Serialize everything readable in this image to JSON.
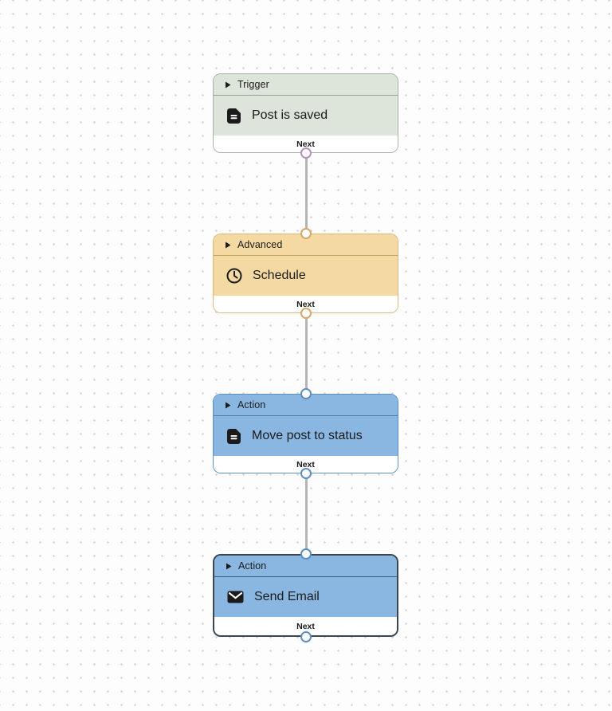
{
  "canvas": {
    "background_color": "#fdfdfd",
    "dot_color": "#d8d8d8",
    "edge_color": "#b4b4b4"
  },
  "nodes": [
    {
      "category": "Trigger",
      "title": "Post is saved",
      "icon": "document-icon",
      "output_label": "Next",
      "selected": false,
      "colors": {
        "fill": "#dde4da",
        "border": "#a9b2a8",
        "divider": "#97a295",
        "port": "#b78fbc"
      }
    },
    {
      "category": "Advanced",
      "title": "Schedule",
      "icon": "clock-icon",
      "output_label": "Next",
      "selected": false,
      "colors": {
        "fill": "#f4d9a3",
        "border": "#d8b87c",
        "divider": "#c7a463",
        "port": "#d2a968"
      }
    },
    {
      "category": "Action",
      "title": "Move post to status",
      "icon": "document-icon",
      "output_label": "Next",
      "selected": false,
      "colors": {
        "fill": "#8ab7e2",
        "border": "#5e8fc1",
        "divider": "#4f7cab",
        "port": "#5e8fc1"
      }
    },
    {
      "category": "Action",
      "title": "Send Email",
      "icon": "mail-icon",
      "output_label": "Next",
      "selected": true,
      "colors": {
        "fill": "#8ab7e2",
        "border": "#3c4650",
        "divider": "#46607c",
        "port": "#5e8fc1"
      }
    }
  ]
}
